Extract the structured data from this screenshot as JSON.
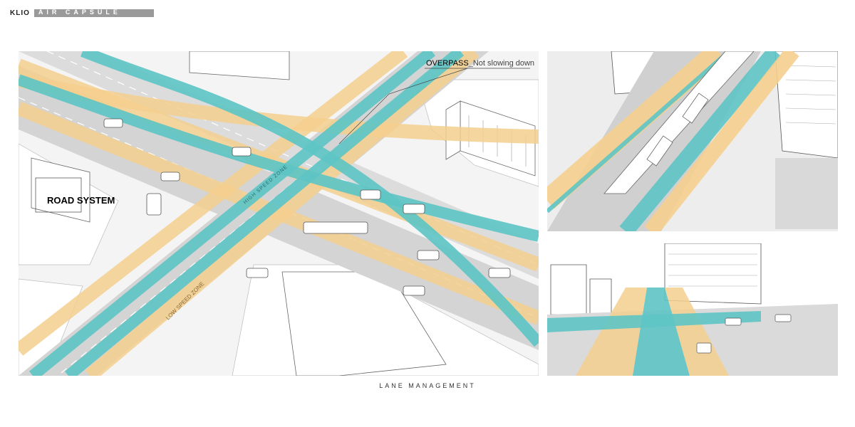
{
  "header": {
    "brand": "KLIO",
    "bar_label": "AIR CAPSULE"
  },
  "main": {
    "road_system_label": "ROAD SYSTEM",
    "overpass_label": "OVERPASS",
    "overpass_note": "_Not slowing down",
    "high_speed_label": "HIGH SPEED ZONE",
    "low_speed_label": "LOW SPEED ZONE"
  },
  "caption": "LANE MANAGEMENT",
  "colors": {
    "teal_lane": "#5ec4c4",
    "orange_lane": "#f5cf8e",
    "road": "#cfcfcf",
    "ground": "#f3f3f3"
  }
}
